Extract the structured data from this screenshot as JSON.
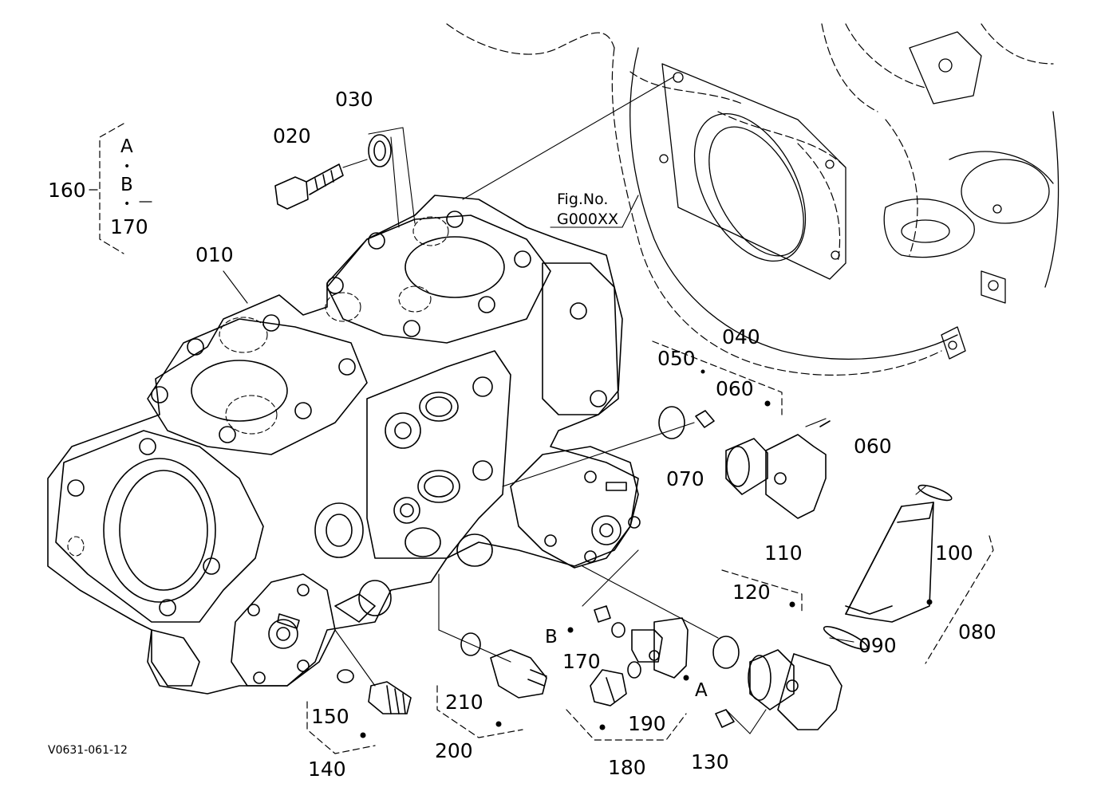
{
  "labels": {
    "p010": "010",
    "p020": "020",
    "p030": "030",
    "p040": "040",
    "p050": "050",
    "p060a": "060",
    "p060b": "060",
    "p070": "070",
    "p080": "080",
    "p090": "090",
    "p100": "100",
    "p110": "110",
    "p120": "120",
    "p130": "130",
    "p140": "140",
    "p150": "150",
    "p160": "160",
    "p170a": "170",
    "p170b": "170",
    "p180": "180",
    "p190": "190",
    "p200": "200",
    "p210": "210",
    "A1": "A",
    "dot1": "•",
    "B1": "B",
    "dot2": "•",
    "A2": "A",
    "B2": "B"
  },
  "figref": {
    "line1": "Fig.No.",
    "line2": "G000XX"
  },
  "footer": {
    "code": "V0631-061-12"
  },
  "colors": {
    "ink": "#000000",
    "paper": "#ffffff"
  }
}
